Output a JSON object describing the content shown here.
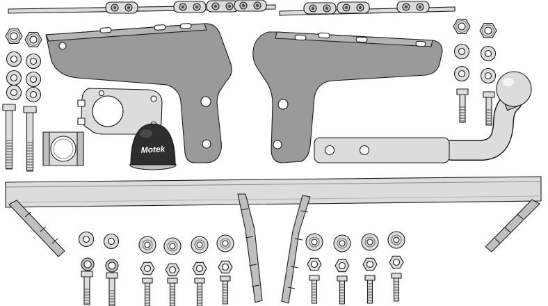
{
  "diagram": {
    "description": "Exploded parts diagram of a vehicle towbar fitting kit",
    "cap": {
      "text": "Motek"
    },
    "parts": [
      {
        "name": "chain-link-strip",
        "qty": 2
      },
      {
        "name": "side-bracket",
        "qty": 2
      },
      {
        "name": "clamp-plate",
        "qty": 1
      },
      {
        "name": "tube-clamp",
        "qty": 1
      },
      {
        "name": "ball-cover-cap",
        "qty": 1
      },
      {
        "name": "ball-mount-bar",
        "qty": 1
      },
      {
        "name": "tow-ball",
        "qty": 1
      },
      {
        "name": "cross-member",
        "qty": 1
      },
      {
        "name": "support-strap",
        "qty": 4
      },
      {
        "name": "hex-nut-large",
        "qty": 4
      },
      {
        "name": "hex-nut-small",
        "qty": 8
      },
      {
        "name": "washer-small",
        "qty": 12
      },
      {
        "name": "washer-large",
        "qty": 8
      },
      {
        "name": "spring-washer",
        "qty": 2
      },
      {
        "name": "bolt-long",
        "qty": 2
      },
      {
        "name": "bolt-medium",
        "qty": 4
      },
      {
        "name": "bolt-short",
        "qty": 8
      }
    ]
  },
  "colors": {
    "background": "#ffffff",
    "outline": "#1a1a1a",
    "part_light": "#dcdcdc",
    "part_mid": "#bfbfbf",
    "bracket_dark": "#9a9a9a",
    "flange_light": "#b5b5b5",
    "cap_dark": "#2e2e2e",
    "cap_text": "#ffffff",
    "hole_fill": "#ffffff",
    "thread": "#4d4d4d"
  }
}
